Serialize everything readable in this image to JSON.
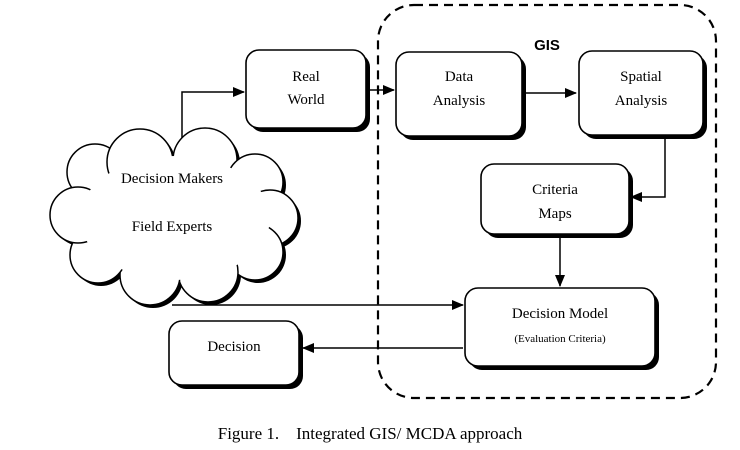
{
  "diagram": {
    "group_label": "GIS",
    "nodes": {
      "real_world": [
        "Real",
        "World"
      ],
      "data_analysis": [
        "Data",
        "Analysis"
      ],
      "spatial_analysis": [
        "Spatial",
        "Analysis"
      ],
      "criteria_maps": [
        "Criteria",
        "Maps"
      ],
      "decision_model": {
        "title": "Decision Model",
        "subtitle": "(Evaluation Criteria)"
      },
      "decision": "Decision",
      "stakeholders": [
        "Decision Makers",
        "Field Experts"
      ]
    },
    "edges": [
      {
        "from": "stakeholders",
        "to": "real_world"
      },
      {
        "from": "real_world",
        "to": "data_analysis"
      },
      {
        "from": "data_analysis",
        "to": "spatial_analysis"
      },
      {
        "from": "spatial_analysis",
        "to": "criteria_maps"
      },
      {
        "from": "criteria_maps",
        "to": "decision_model"
      },
      {
        "from": "stakeholders",
        "to": "decision_model"
      },
      {
        "from": "decision_model",
        "to": "decision"
      }
    ]
  },
  "caption": "Figure 1.    Integrated GIS/ MCDA approach"
}
